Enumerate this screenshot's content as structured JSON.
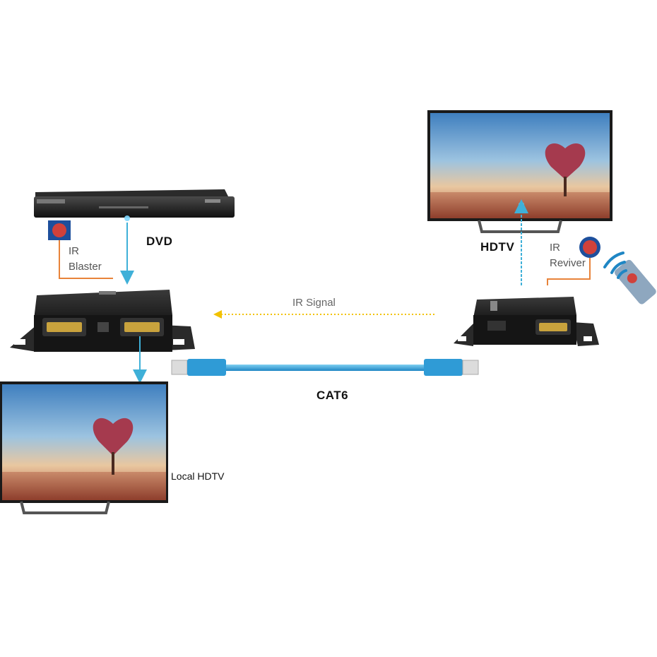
{
  "labels": {
    "dvd": "DVD",
    "hdtv": "HDTV",
    "ir_signal": "IR Signal",
    "cat6": "CAT6",
    "local_hdtv": "Local HDTV",
    "ir_blaster_line1": "IR",
    "ir_blaster_line2": "Blaster",
    "ir_receiver_line1": "IR",
    "ir_receiver_line2": "Reviver"
  },
  "colors": {
    "signal_line": "#3fb0d8",
    "ir_signal_arrow": "#f2c200",
    "ir_cable": "#e8833a",
    "cat6_cable": "#2f9bd6",
    "ir_sensor": "#d0413b"
  }
}
